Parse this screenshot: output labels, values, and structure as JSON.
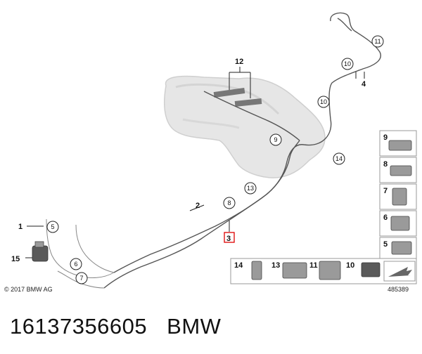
{
  "diagram": {
    "callouts": [
      "1",
      "2",
      "3",
      "4",
      "5",
      "6",
      "7",
      "8",
      "9",
      "10",
      "11",
      "12",
      "13",
      "14",
      "15"
    ],
    "copyright": "© 2017 BMW AG",
    "diagram_id": "485389",
    "legend_right": [
      "9",
      "8",
      "7",
      "6",
      "5"
    ],
    "legend_bottom": [
      "14",
      "13",
      "11",
      "10"
    ]
  },
  "caption": {
    "part_number": "16137356605",
    "brand": "BMW"
  }
}
